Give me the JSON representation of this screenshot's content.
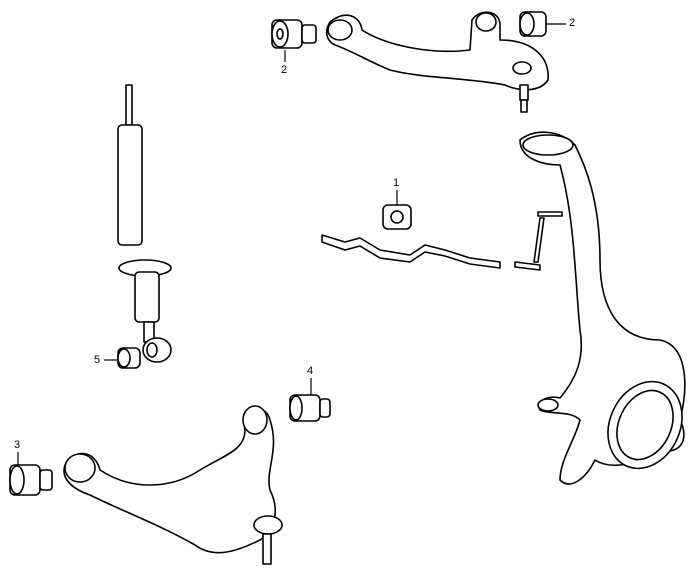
{
  "diagram": {
    "callouts": [
      {
        "id": "stabilizer-bushing",
        "label": "1"
      },
      {
        "id": "upper-arm-bushing-left",
        "label": "2"
      },
      {
        "id": "upper-arm-bushing-right",
        "label": "2"
      },
      {
        "id": "lower-arm-bushing-front",
        "label": "3"
      },
      {
        "id": "lower-arm-bushing-rear",
        "label": "4"
      },
      {
        "id": "shock-absorber-bushing",
        "label": "5"
      }
    ],
    "line_color": "#000000",
    "background": "#ffffff"
  }
}
